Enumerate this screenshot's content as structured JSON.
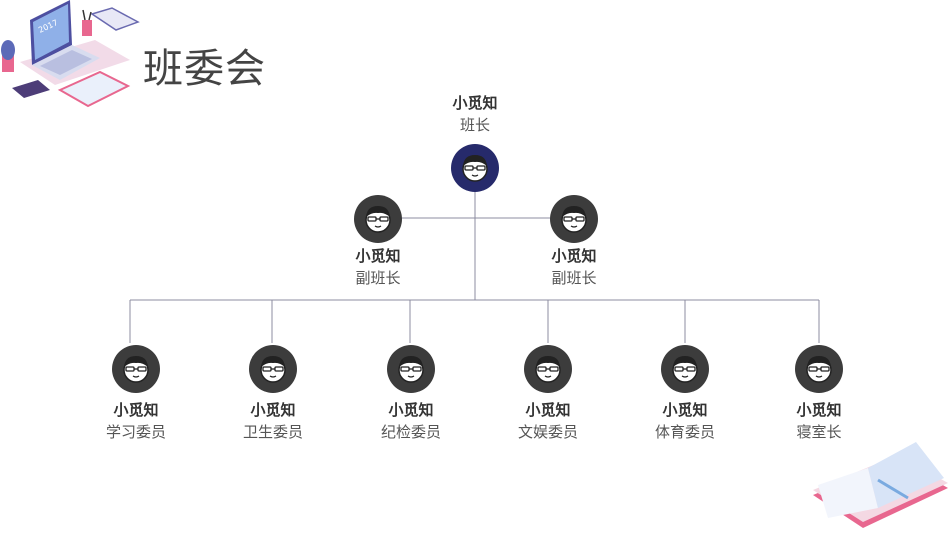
{
  "page": {
    "title": "班委会"
  },
  "leader": {
    "name": "小觅知",
    "role": "班长"
  },
  "vice": [
    {
      "name": "小觅知",
      "role": "副班长"
    },
    {
      "name": "小觅知",
      "role": "副班长"
    }
  ],
  "members": [
    {
      "name": "小觅知",
      "role": "学习委员"
    },
    {
      "name": "小觅知",
      "role": "卫生委员"
    },
    {
      "name": "小觅知",
      "role": "纪检委员"
    },
    {
      "name": "小觅知",
      "role": "文娱委员"
    },
    {
      "name": "小觅知",
      "role": "体育委员"
    },
    {
      "name": "小觅知",
      "role": "寝室长"
    }
  ],
  "decor": {
    "laptop_screen_text": "2017"
  },
  "colors": {
    "leader_avatar": "#262a6b",
    "member_avatar": "#3c3c3c",
    "connector": "#8c8ca0"
  }
}
